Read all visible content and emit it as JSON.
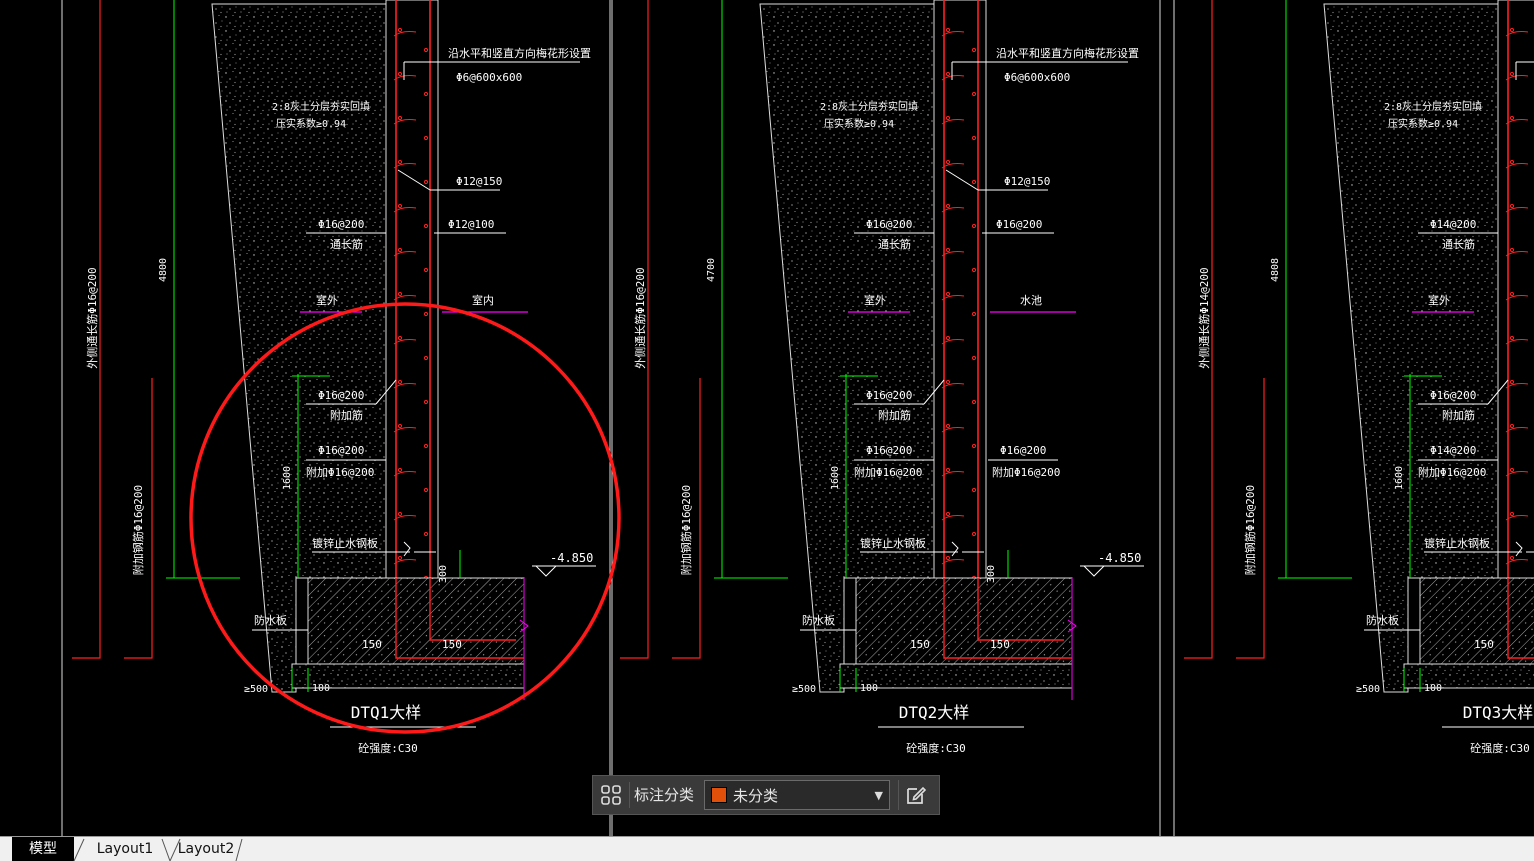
{
  "drawing": {
    "panels": [
      {
        "id": "DTQ1",
        "title": "DTQ1大样",
        "strength": "砼强度:C30",
        "fill_note": [
          "2:8灰土分层夯实回填",
          "压实系数≥0.94"
        ],
        "tie_note": "沿水平和竖直方向梅花形设置",
        "tie_rebar": "Φ6@600x600",
        "rebar_inner_top": "Φ12@150",
        "rebar_inner_mid": "Φ12@100",
        "rebar_outer_top": "Φ16@200",
        "through_label": "通长筋",
        "outside_label": "室外",
        "inside_label": "室内",
        "add_rebar_1": "Φ16@200",
        "add_label": "附加筋",
        "add_rebar_2": "Φ16@200",
        "add_rebar_2_label": "附加Φ16@200",
        "right_add_rebar": "",
        "right_add_label": "",
        "waterstop": "镀锌止水钢板",
        "waterproof": "防水板",
        "height_top": "4800",
        "height_bottom": "1600",
        "dim_300": "300",
        "dim_150a": "150",
        "dim_150b": "150",
        "dim_100": "100",
        "dim_500": "≥500",
        "elevation": "-4.850",
        "side_rebar_long": "外侧通长筋Φ16@200",
        "side_rebar_add": "附加钢筋Φ16@200"
      },
      {
        "id": "DTQ2",
        "title": "DTQ2大样",
        "strength": "砼强度:C30",
        "fill_note": [
          "2:8灰土分层夯实回填",
          "压实系数≥0.94"
        ],
        "tie_note": "沿水平和竖直方向梅花形设置",
        "tie_rebar": "Φ6@600x600",
        "rebar_inner_top": "Φ12@150",
        "rebar_inner_mid": "Φ16@200",
        "rebar_outer_top": "Φ16@200",
        "through_label": "通长筋",
        "outside_label": "室外",
        "inside_label": "水池",
        "add_rebar_1": "Φ16@200",
        "add_label": "附加筋",
        "add_rebar_2": "Φ16@200",
        "add_rebar_2_label": "附加Φ16@200",
        "right_add_rebar": "Φ16@200",
        "right_add_label": "附加Φ16@200",
        "waterstop": "镀锌止水钢板",
        "waterproof": "防水板",
        "height_top": "4700",
        "height_bottom": "1600",
        "dim_300": "300",
        "dim_150a": "150",
        "dim_150b": "150",
        "dim_100": "100",
        "dim_500": "≥500",
        "elevation": "-4.850",
        "side_rebar_long": "外侧通长筋Φ16@200",
        "side_rebar_add": "附加钢筋Φ16@200"
      },
      {
        "id": "DTQ3",
        "title": "DTQ3大样",
        "strength": "砼强度:C30",
        "fill_note": [
          "2:8灰土分层夯实回填",
          "压实系数≥0.94"
        ],
        "tie_note": "",
        "tie_rebar": "",
        "rebar_inner_top": "",
        "rebar_inner_mid": "",
        "rebar_outer_top": "Φ14@200",
        "through_label": "通长筋",
        "outside_label": "室外",
        "inside_label": "",
        "add_rebar_1": "Φ16@200",
        "add_label": "附加筋",
        "add_rebar_2": "Φ14@200",
        "add_rebar_2_label": "附加Φ16@200",
        "right_add_rebar": "",
        "right_add_label": "",
        "waterstop": "镀锌止水钢板",
        "waterproof": "防水板",
        "height_top": "4808",
        "height_bottom": "1600",
        "dim_300": "",
        "dim_150a": "150",
        "dim_150b": "",
        "dim_100": "100",
        "dim_500": "≥500",
        "elevation": "",
        "side_rebar_long": "外侧通长筋Φ14@200",
        "side_rebar_add": "附加钢筋Φ16@200"
      }
    ],
    "colors": {
      "background": "#000000",
      "line": "#ffffff",
      "rebar": "#ff2020",
      "dimension": "#00ff00",
      "leader": "#ff00ff",
      "highlight_circle": "#ff1a1a"
    }
  },
  "annotation_bar": {
    "grid_icon": "grid-icon",
    "label": "标注分类",
    "selected": "未分类",
    "swatch_color": "#e0500a",
    "edit_icon": "edit-icon"
  },
  "layout_tabs": [
    {
      "label": "模型",
      "active": true
    },
    {
      "label": "Layout1",
      "active": false
    },
    {
      "label": "Layout2",
      "active": false
    }
  ]
}
